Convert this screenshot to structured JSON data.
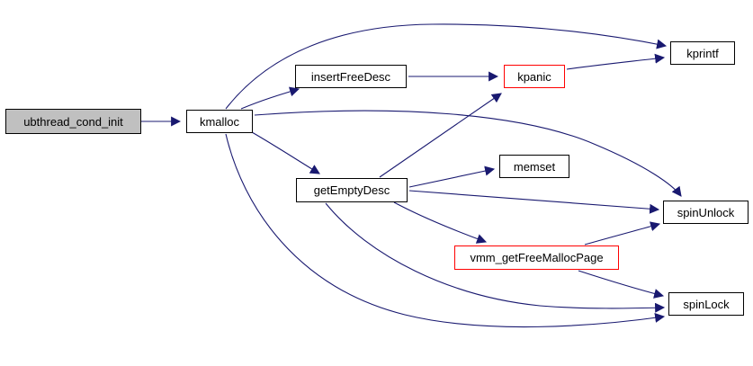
{
  "diagram": {
    "kind": "function-call-graph",
    "root_function": "ubthread_cond_init",
    "colors": {
      "edge": "#191970",
      "node_border": "#000000",
      "highlight_node_border": "#ff0000",
      "root_node_fill": "#c0c0c0",
      "node_fill": "#ffffff",
      "text": "#000000",
      "background": "#ffffff"
    }
  },
  "nodes": [
    {
      "id": "ubthread_cond_init",
      "label": "ubthread_cond_init",
      "style": "root"
    },
    {
      "id": "kmalloc",
      "label": "kmalloc",
      "style": "normal"
    },
    {
      "id": "insertFreeDesc",
      "label": "insertFreeDesc",
      "style": "normal"
    },
    {
      "id": "kpanic",
      "label": "kpanic",
      "style": "highlight"
    },
    {
      "id": "kprintf",
      "label": "kprintf",
      "style": "normal"
    },
    {
      "id": "getEmptyDesc",
      "label": "getEmptyDesc",
      "style": "normal"
    },
    {
      "id": "memset",
      "label": "memset",
      "style": "normal"
    },
    {
      "id": "spinUnlock",
      "label": "spinUnlock",
      "style": "normal"
    },
    {
      "id": "vmm_getFreeMallocPage",
      "label": "vmm_getFreeMallocPage",
      "style": "highlight"
    },
    {
      "id": "spinLock",
      "label": "spinLock",
      "style": "normal"
    }
  ],
  "edges": [
    {
      "from": "ubthread_cond_init",
      "to": "kmalloc"
    },
    {
      "from": "kmalloc",
      "to": "insertFreeDesc"
    },
    {
      "from": "kmalloc",
      "to": "kprintf"
    },
    {
      "from": "kmalloc",
      "to": "getEmptyDesc"
    },
    {
      "from": "kmalloc",
      "to": "spinUnlock"
    },
    {
      "from": "kmalloc",
      "to": "spinLock"
    },
    {
      "from": "insertFreeDesc",
      "to": "kpanic"
    },
    {
      "from": "kpanic",
      "to": "kprintf"
    },
    {
      "from": "getEmptyDesc",
      "to": "kpanic"
    },
    {
      "from": "getEmptyDesc",
      "to": "memset"
    },
    {
      "from": "getEmptyDesc",
      "to": "spinUnlock"
    },
    {
      "from": "getEmptyDesc",
      "to": "vmm_getFreeMallocPage"
    },
    {
      "from": "getEmptyDesc",
      "to": "spinLock"
    },
    {
      "from": "vmm_getFreeMallocPage",
      "to": "spinUnlock"
    },
    {
      "from": "vmm_getFreeMallocPage",
      "to": "spinLock"
    }
  ]
}
